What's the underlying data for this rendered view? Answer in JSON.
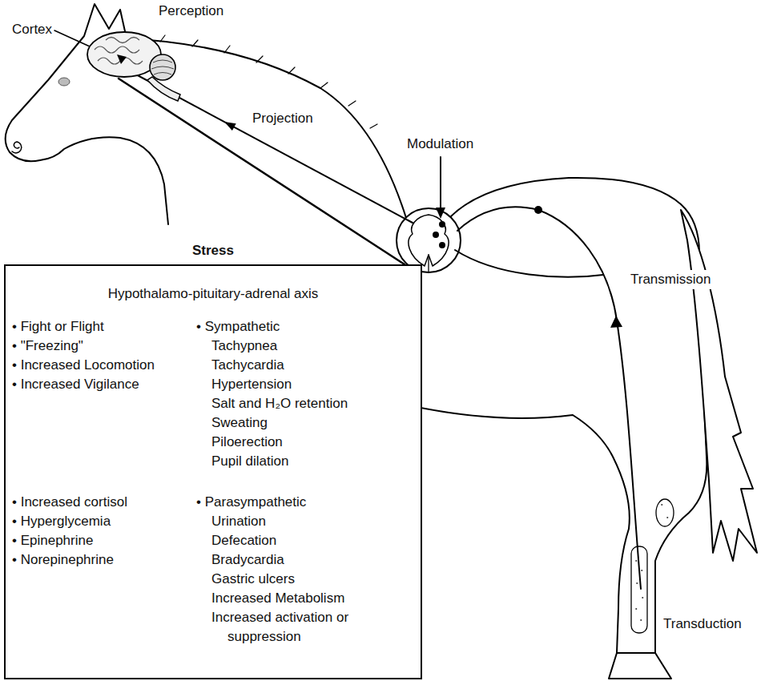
{
  "diagram": {
    "nodes": [
      {
        "text": [
          "Stress",
          "Hypothalamo-pituitary-adrenal axis",
          "• Fight or Flight",
          "• \"Freezing\"",
          "• Increased Locomotion",
          "• Increased Vigilance",
          "• Sympathetic",
          "Tachypnea",
          "Tachycardia",
          "Hypertension",
          "Salt and H₂O retention",
          "Sweating",
          "Piloerection",
          "Pupil dilation",
          "• Increased cortisol",
          "• Hyperglycemia",
          "• Epinephrine",
          "• Norepinephrine",
          "• Parasympathetic",
          "Urination",
          "Defecation",
          "Bradycardia",
          "Gastric ulcers",
          "Increased Metabolism",
          "Increased activation or suppression"
        ]
      }
    ],
    "labels": [
      "Cortex",
      "Perception",
      "Projection",
      "Modulation",
      "Transmission",
      "Transduction"
    ]
  }
}
